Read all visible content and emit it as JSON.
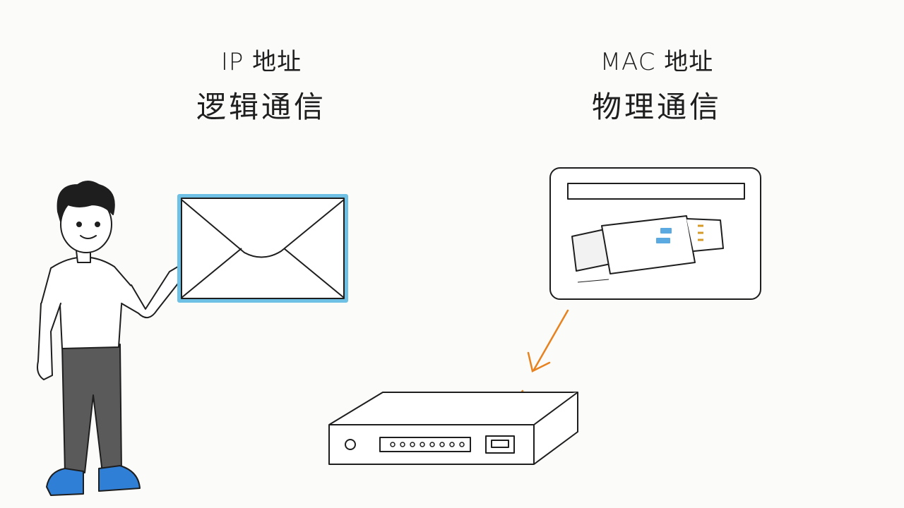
{
  "left": {
    "caption": "IP 地址",
    "title": "逻辑通信"
  },
  "right": {
    "caption": "MAC 地址",
    "title": "物理通信"
  },
  "icons": [
    "person-illustration",
    "envelope-icon",
    "network-card-icon",
    "router-device-icon",
    "arrow-icon"
  ],
  "colors": {
    "ink": "#1e1e1e",
    "envelope_accent": "#6ec1e4",
    "arrow": "#e8821e",
    "shirt": "#ffffff",
    "pants": "#555555",
    "shoes": "#2f7fd6",
    "card_accent": "#5aa9e0"
  }
}
